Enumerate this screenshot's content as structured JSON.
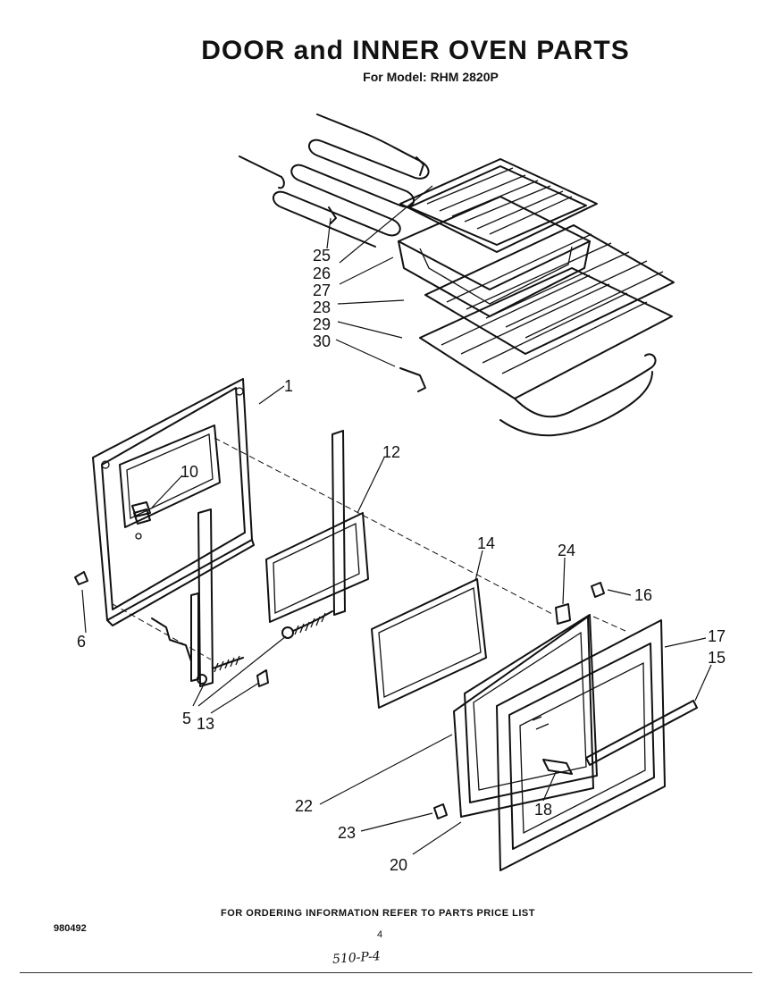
{
  "header": {
    "title": "DOOR and INNER OVEN PARTS",
    "subtitle": "For Model: RHM 2820P"
  },
  "callouts": [
    {
      "id": "c1",
      "label": "1"
    },
    {
      "id": "c5",
      "label": "5"
    },
    {
      "id": "c6",
      "label": "6"
    },
    {
      "id": "c10",
      "label": "10"
    },
    {
      "id": "c12",
      "label": "12"
    },
    {
      "id": "c13",
      "label": "13"
    },
    {
      "id": "c14",
      "label": "14"
    },
    {
      "id": "c15",
      "label": "15"
    },
    {
      "id": "c16",
      "label": "16"
    },
    {
      "id": "c17",
      "label": "17"
    },
    {
      "id": "c18",
      "label": "18"
    },
    {
      "id": "c20",
      "label": "20"
    },
    {
      "id": "c22",
      "label": "22"
    },
    {
      "id": "c23",
      "label": "23"
    },
    {
      "id": "c24",
      "label": "24"
    },
    {
      "id": "c25",
      "label": "25"
    },
    {
      "id": "c26",
      "label": "26"
    },
    {
      "id": "c27",
      "label": "27"
    },
    {
      "id": "c28",
      "label": "28"
    },
    {
      "id": "c29",
      "label": "29"
    },
    {
      "id": "c30",
      "label": "30"
    }
  ],
  "footer": {
    "ordering_note": "FOR ORDERING INFORMATION REFER TO PARTS PRICE LIST",
    "doc_number": "980492",
    "page_number": "4",
    "handwritten": "510-P-4"
  }
}
